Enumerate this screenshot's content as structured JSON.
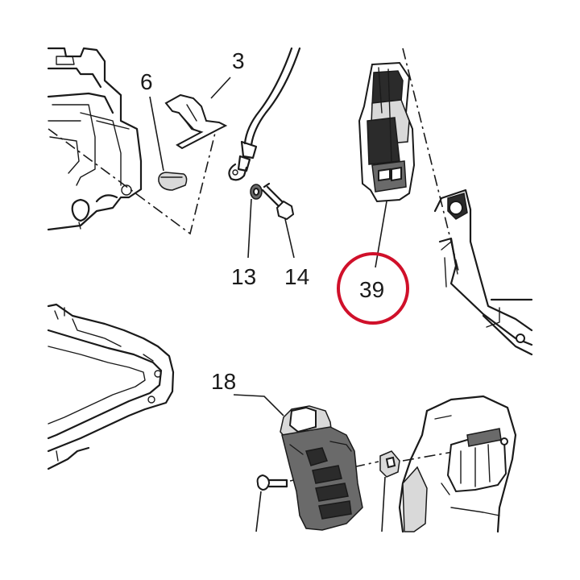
{
  "diagram": {
    "callouts": [
      {
        "id": "c3",
        "label": "3"
      },
      {
        "id": "c6",
        "label": "6"
      },
      {
        "id": "c13",
        "label": "13"
      },
      {
        "id": "c14",
        "label": "14"
      },
      {
        "id": "c39",
        "label": "39"
      },
      {
        "id": "c18",
        "label": "18"
      }
    ],
    "highlight": {
      "label": "39",
      "color": "#d0102a"
    },
    "line_color": "#1a1a1a"
  }
}
